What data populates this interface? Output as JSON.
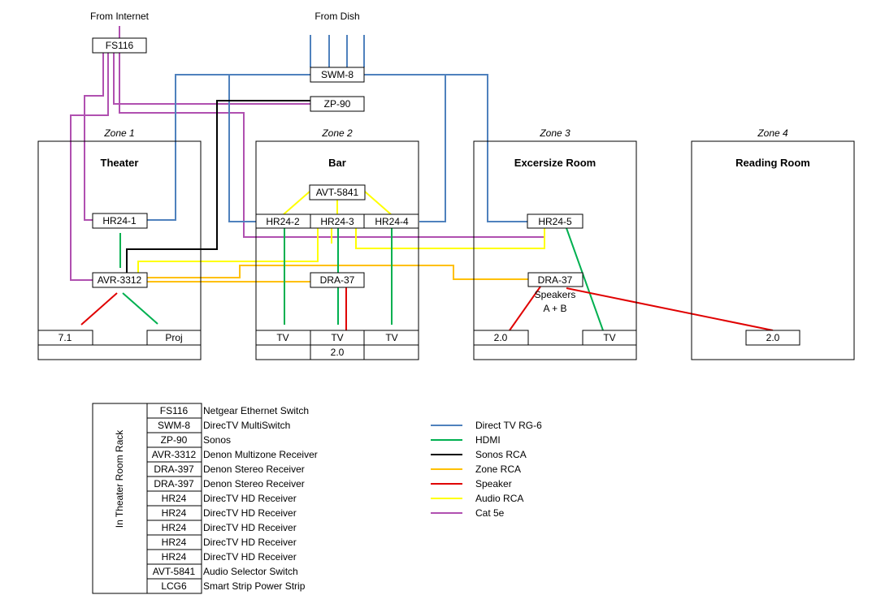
{
  "colors": {
    "rg6": "#4f81bd",
    "hdmi": "#00b050",
    "sonos": "#000000",
    "zone": "#ffc000",
    "speaker": "#e00000",
    "audio": "#ffff00",
    "cat5e": "#b050b0"
  },
  "labels": {
    "from_internet": "From Internet",
    "from_dish": "From Dish",
    "speakers_ab_1": "Speakers",
    "speakers_ab_2": "A + B",
    "rack_title": "In  Theater  Room  Rack"
  },
  "zones": [
    {
      "label": "Zone 1",
      "room": "Theater"
    },
    {
      "label": "Zone 2",
      "room": "Bar"
    },
    {
      "label": "Zone 3",
      "room": "Excersize Room"
    },
    {
      "label": "Zone 4",
      "room": "Reading Room"
    }
  ],
  "devices": {
    "fs116": "FS116",
    "swm8": "SWM-8",
    "zp90": "ZP-90",
    "hr24_1": "HR24-1",
    "avr3312": "AVR-3312",
    "avt5841": "AVT-5841",
    "hr24_2": "HR24-2",
    "hr24_3": "HR24-3",
    "hr24_4": "HR24-4",
    "dra37_bar": "DRA-37",
    "hr24_5": "HR24-5",
    "dra37_ex": "DRA-37"
  },
  "outputs": {
    "theater_71": "7.1",
    "theater_proj": "Proj",
    "bar_tv1": "TV",
    "bar_tv2": "TV",
    "bar_tv3": "TV",
    "bar_20": "2.0",
    "ex_20": "2.0",
    "ex_tv": "TV",
    "reading_20": "2.0"
  },
  "rack": [
    {
      "code": "FS116",
      "desc": "Netgear Ethernet Switch"
    },
    {
      "code": "SWM-8",
      "desc": "DirecTV MultiSwitch"
    },
    {
      "code": "ZP-90",
      "desc": "Sonos"
    },
    {
      "code": "AVR-3312",
      "desc": "Denon Multizone Receiver"
    },
    {
      "code": "DRA-397",
      "desc": "Denon Stereo Receiver"
    },
    {
      "code": "DRA-397",
      "desc": "Denon Stereo Receiver"
    },
    {
      "code": "HR24",
      "desc": "DirecTV HD Receiver"
    },
    {
      "code": "HR24",
      "desc": "DirecTV HD Receiver"
    },
    {
      "code": "HR24",
      "desc": "DirecTV HD Receiver"
    },
    {
      "code": "HR24",
      "desc": "DirecTV HD Receiver"
    },
    {
      "code": "HR24",
      "desc": "DirecTV HD Receiver"
    },
    {
      "code": "AVT-5841",
      "desc": "Audio Selector Switch"
    },
    {
      "code": "LCG6",
      "desc": "Smart Strip Power Strip"
    }
  ],
  "legend": [
    {
      "label": "Direct TV RG-6",
      "color": "#4f81bd"
    },
    {
      "label": "HDMI",
      "color": "#00b050"
    },
    {
      "label": "Sonos RCA",
      "color": "#000000"
    },
    {
      "label": "Zone RCA",
      "color": "#ffc000"
    },
    {
      "label": "Speaker",
      "color": "#e00000"
    },
    {
      "label": "Audio RCA",
      "color": "#ffff00"
    },
    {
      "label": "Cat 5e",
      "color": "#b050b0"
    }
  ]
}
